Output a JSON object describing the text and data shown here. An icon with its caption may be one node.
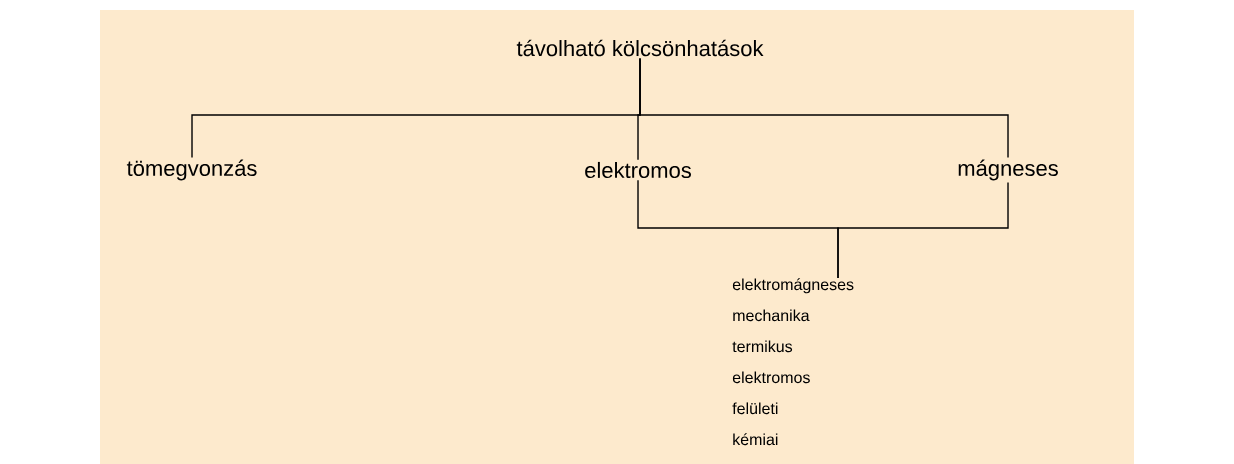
{
  "diagram": {
    "nodes": [
      {
        "text": [
          "távolható kölcsönhatások"
        ]
      },
      {
        "text": [
          "tömegvonzás"
        ]
      },
      {
        "text": [
          "elektromos"
        ]
      },
      {
        "text": [
          "mágneses"
        ]
      },
      {
        "text": [
          "elektromágneses",
          "mechanika",
          "termikus",
          "elektromos",
          "felületi",
          "kémiai"
        ]
      }
    ],
    "edges": [
      {
        "from": 0,
        "to": 1,
        "arrow": "none"
      },
      {
        "from": 0,
        "to": 2,
        "arrow": "none"
      },
      {
        "from": 0,
        "to": 3,
        "arrow": "none"
      },
      {
        "from": 2,
        "to": 4,
        "arrow": "none"
      },
      {
        "from": 3,
        "to": 4,
        "arrow": "none"
      }
    ]
  }
}
